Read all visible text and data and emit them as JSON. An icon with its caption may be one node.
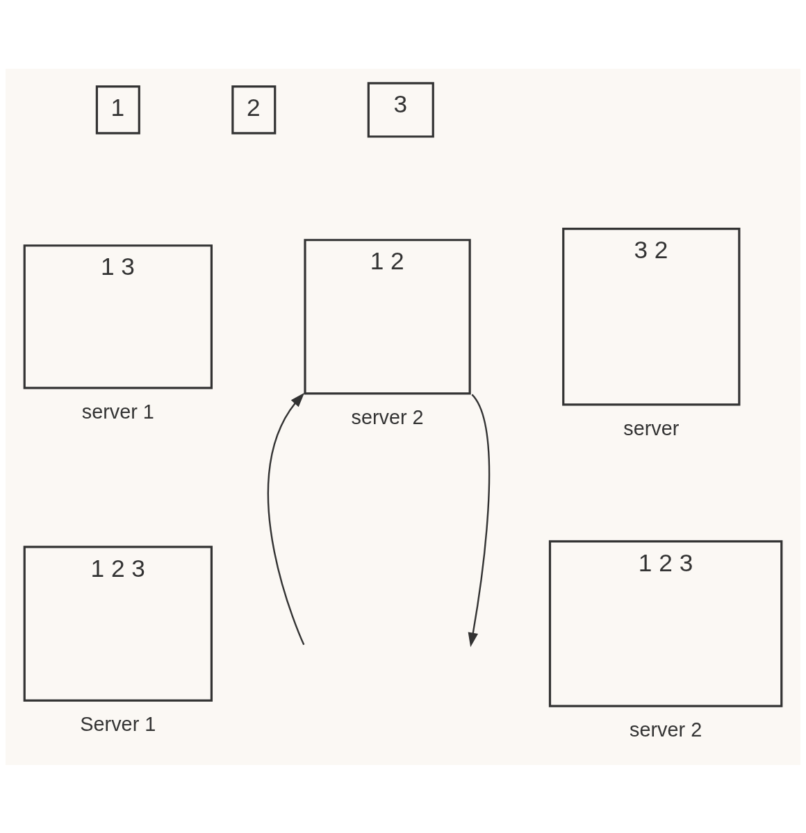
{
  "diagram": {
    "nodes": [
      {
        "text": [
          "1"
        ]
      },
      {
        "text": [
          "2"
        ]
      },
      {
        "text": [
          "3"
        ]
      },
      {
        "text": [
          "1 3"
        ],
        "beside": [
          "server 1"
        ]
      },
      {
        "text": [
          "1 2"
        ],
        "beside": [
          "server 2"
        ]
      },
      {
        "text": [
          "3 2"
        ],
        "beside": [
          "server"
        ]
      },
      {
        "text": [
          "1 2 3"
        ],
        "beside": [
          "Server 1"
        ]
      },
      {
        "text": [
          "1 2 3"
        ],
        "beside": [
          "server 2"
        ]
      }
    ],
    "edges": [
      {
        "from": null,
        "to": 4,
        "arrow": "to"
      },
      {
        "from": 4,
        "to": null,
        "arrow": "to"
      }
    ]
  }
}
